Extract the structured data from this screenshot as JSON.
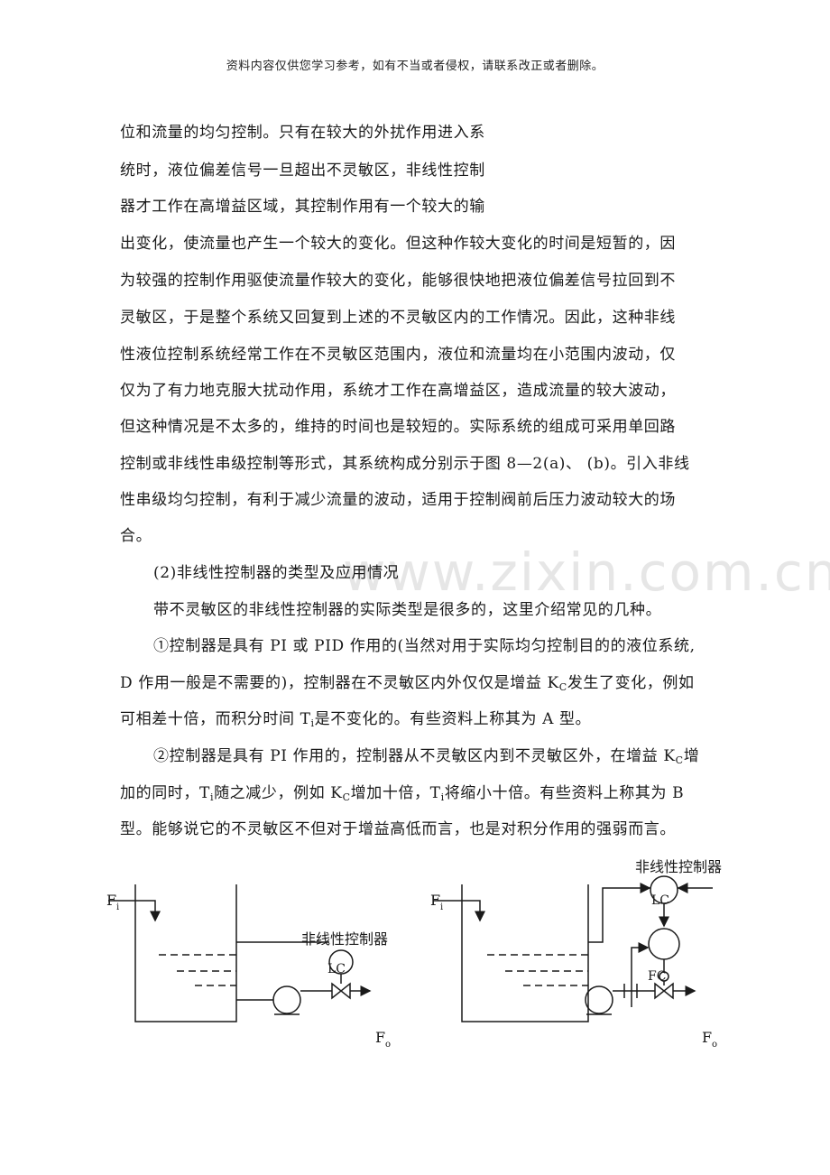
{
  "header": "资料内容仅供您学习参考，如有不当或者侵权，请联系改正或者删除。",
  "watermark": "www.zixin.com.cn",
  "lines": [
    "位和流量的均匀控制。只有在较大的外扰作用进入系",
    "统时，液位偏差信号一旦超出不灵敏区，非线性控制",
    "器才工作在高增益区域，其控制作用有一个较大的输",
    "出变化，使流量也产生一个较大的变化。但这种作较大变化的时间是短暂的，因",
    "为较强的控制作用驱使流量作较大的变化，能够很快地把液位偏差信号拉回到不",
    "灵敏区，于是整个系统又回复到上述的不灵敏区内的工作情况。因此，这种非线",
    "性液位控制系统经常工作在不灵敏区范围内，液位和流量均在小范围内波动，仅",
    "仅为了有力地克服大扰动作用，系统才工作在高增益区，造成流量的较大波动，",
    "但这种情况是不太多的，维持的时间也是较短的。实际系统的组成可采用单回路",
    "控制或非线性串级控制等形式，其系统构成分别示于图 8—2(a)、 (b)。引入非线",
    "性串级均匀控制，有利于减少流量的波动，适用于控制阀前后压力波动较大的场",
    "合。"
  ],
  "heading2": "(2)非线性控制器的类型及应用情况",
  "para2": "带不灵敏区的非线性控制器的实际类型是很多的，这里介绍常见的几种。",
  "item1": {
    "l1": "①控制器是具有 PI 或 PID 作用的(当然对用于实际均匀控制目的的液位系统,",
    "l2a": "D 作用一般是不需要的)，控制器在不灵敏区内外仅仅是增益 K",
    "l2sub": "C",
    "l2b": "发生了变化，例如",
    "l3a": "可相差十倍，而积分时间 T",
    "l3sub": "i",
    "l3b": "是不变化的。有些资料上称其为 A 型。"
  },
  "item2": {
    "l1a": "②控制器是具有 PI 作用的，控制器从不灵敏区内到不灵敏区外，在增益 K",
    "l1sub": "C",
    "l1b": "增",
    "l2a": "加的同时，T",
    "l2sub": "i",
    "l2b": "随之减少，例如 K",
    "l2sub2": "C",
    "l2c": "增加十倍，T",
    "l2sub3": "i",
    "l2d": "将缩小十倍。有些资料上称其为 B",
    "l3": "型。能够说它的不灵敏区不但对于增益高低而言，也是对积分作用的强弱而言。"
  },
  "diagram_a": {
    "label_fi": "F",
    "label_fi_sub": "i",
    "label_fo": "F",
    "label_fo_sub": "o",
    "controller_label": "非线性控制器",
    "lc": "LC"
  },
  "diagram_b": {
    "label_fi": "F",
    "label_fi_sub": "i",
    "label_fo": "F",
    "label_fo_sub": "o",
    "controller_label": "非线性控制器",
    "lc": "LC",
    "fc": "FC"
  }
}
